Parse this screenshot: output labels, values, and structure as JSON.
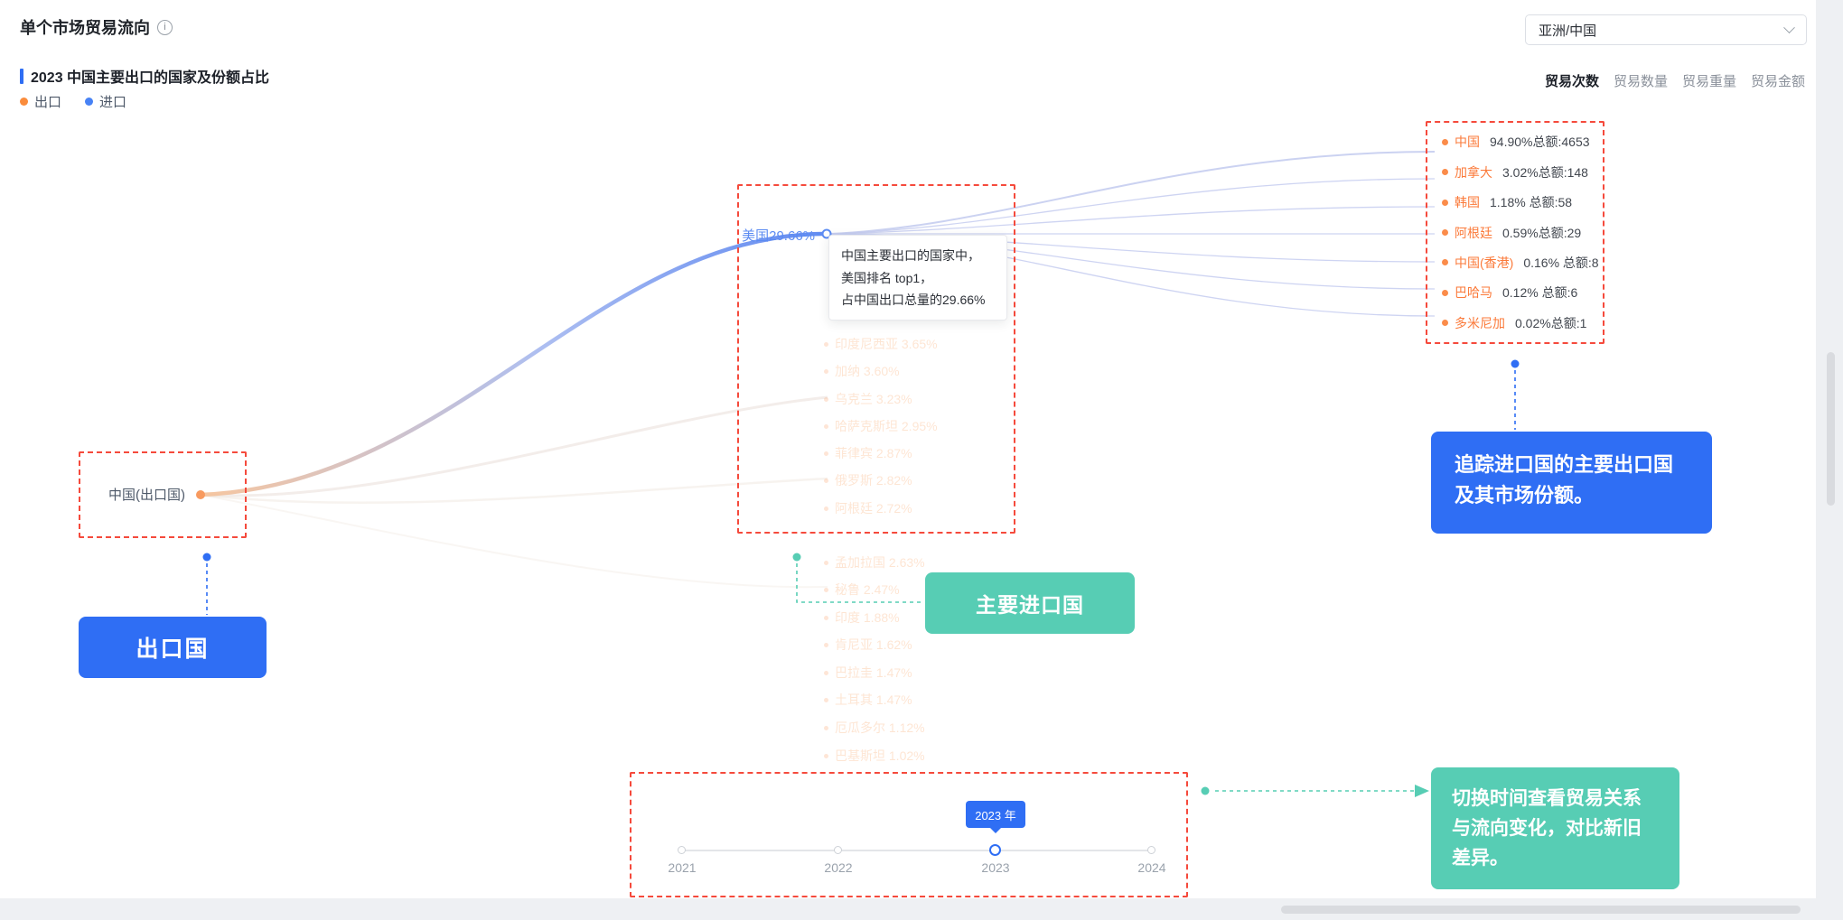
{
  "header": {
    "title": "单个市场贸易流向",
    "region_selector": {
      "value": "亚洲/中国"
    }
  },
  "toolbar": {
    "subtitle": "2023 中国主要出口的国家及份额占比",
    "tabs": [
      {
        "label": "贸易次数",
        "active": true
      },
      {
        "label": "贸易数量",
        "active": false
      },
      {
        "label": "贸易重量",
        "active": false
      },
      {
        "label": "贸易金额",
        "active": false
      }
    ]
  },
  "legend": {
    "export": {
      "label": "出口",
      "color": "#fa8c3c"
    },
    "import": {
      "label": "进口",
      "color": "#4782f5"
    }
  },
  "flow": {
    "exporter": {
      "label": "中国(出口国)"
    },
    "selected_importer": {
      "label": "美国29.66%",
      "name": "美国",
      "share": "29.66%"
    },
    "tooltip": {
      "line1": "中国主要出口的国家中，",
      "line2": "美国排名 top1，",
      "line3": "占中国出口总量的29.66%"
    },
    "faded_importers": [
      {
        "label": "印度尼西亚 3.65%"
      },
      {
        "label": "加纳 3.60%"
      },
      {
        "label": "乌克兰 3.23%"
      },
      {
        "label": "哈萨克斯坦 2.95%"
      },
      {
        "label": "菲律宾 2.87%"
      },
      {
        "label": "俄罗斯 2.82%"
      },
      {
        "label": "阿根廷 2.72%"
      },
      {
        "label": "孟加拉国 2.63%"
      },
      {
        "label": "秘鲁 2.47%"
      },
      {
        "label": "印度 1.88%"
      },
      {
        "label": "肯尼亚 1.62%"
      },
      {
        "label": "巴拉圭 1.47%"
      },
      {
        "label": "土耳其 1.47%"
      },
      {
        "label": "厄瓜多尔 1.12%"
      },
      {
        "label": "巴基斯坦 1.02%"
      }
    ],
    "destinations": [
      {
        "name": "中国",
        "detail": "94.90%总额:4653"
      },
      {
        "name": "加拿大",
        "detail": "3.02%总额:148"
      },
      {
        "name": "韩国",
        "detail": "1.18% 总额:58"
      },
      {
        "name": "阿根廷",
        "detail": "0.59%总额:29"
      },
      {
        "name": "中国(香港)",
        "detail": "0.16% 总额:8"
      },
      {
        "name": "巴哈马",
        "detail": "0.12% 总额:6"
      },
      {
        "name": "多米尼加",
        "detail": "0.02%总额:1"
      }
    ]
  },
  "annotations": {
    "exporter_badge": "出口国",
    "importer_badge": "主要进口国",
    "track_note": "追踪进口国的主要出口国及其市场份额。",
    "time_note": "切换时间查看贸易关系与流向变化，对比新旧差异。"
  },
  "timeline": {
    "selected_label": "2023 年",
    "selected_year": "2023",
    "years": [
      "2021",
      "2022",
      "2023",
      "2024"
    ]
  },
  "colors": {
    "frame_red": "#f54a3c",
    "accent_blue": "#2f6ef4",
    "accent_teal": "#57cdb4",
    "export_orange": "#fa8c3c",
    "import_blue": "#4782f5",
    "flow_fan": "#c5cdf0"
  }
}
